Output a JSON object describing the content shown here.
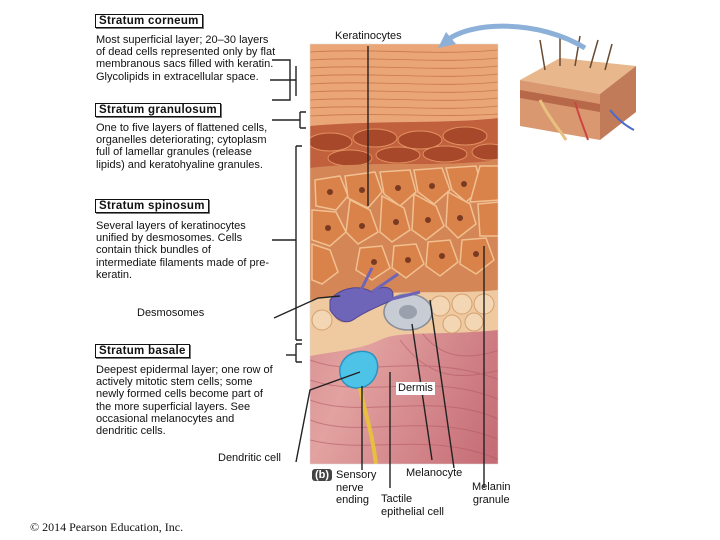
{
  "layers": [
    {
      "heading": "Stratum corneum",
      "description": "Most superficial layer; 20–30 layers of dead cells represented only by flat membranous sacs filled with keratin. Glycolipids in extracellular space."
    },
    {
      "heading": "Stratum granulosum",
      "description": "One to five layers of flattened cells, organelles deteriorating; cytoplasm full of lamellar granules (release lipids) and keratohyaline granules."
    },
    {
      "heading": "Stratum spinosum",
      "description": "Several layers of keratinocytes unified by desmosomes. Cells contain thick bundles of intermediate filaments made of pre-keratin."
    },
    {
      "heading": "Stratum basale",
      "description": "Deepest epidermal layer; one row of actively mitotic stem cells; some newly formed cells become part of the more superficial layers. See occasional melanocytes and dendritic cells."
    }
  ],
  "labels": {
    "keratinocytes": "Keratinocytes",
    "desmosomes": "Desmosomes",
    "dermis": "Dermis",
    "dendritic_cell": "Dendritic cell",
    "sensory_nerve_ending": "Sensory\nnerve\nending",
    "melanocyte": "Melanocyte",
    "melanin_granule": "Melanin\ngranule",
    "tactile_epithelial_cell": "Tactile\nepithelial cell"
  },
  "panel_letter": "(b)",
  "copyright": "© 2014 Pearson Education, Inc.",
  "colors": {
    "corneum": "#e9a878",
    "granulosum": "#c8643e",
    "spinosum": "#d98d5d",
    "basale": "#eec9a4",
    "dermis": "#d88a88",
    "melanocyte": "#6e64b8",
    "tactile_cell": "#c8ccd4",
    "nerve_ending": "#4ec3e8",
    "nerve": "#e8c040"
  }
}
